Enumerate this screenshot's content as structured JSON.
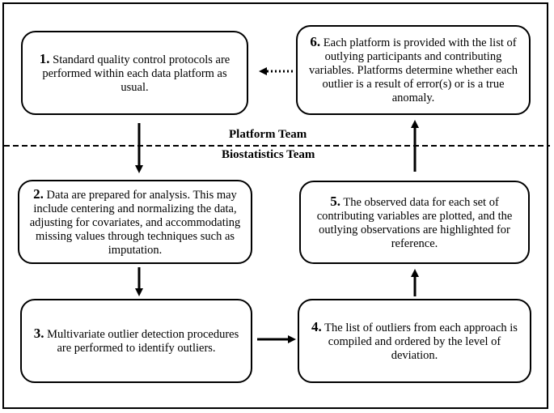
{
  "teams": {
    "upper": "Platform Team",
    "lower": "Biostatistics Team"
  },
  "steps": [
    {
      "number": "1.",
      "text": "Standard quality control protocols are performed within each data platform as usual."
    },
    {
      "number": "2.",
      "text": "Data are prepared for analysis.  This may include centering and normalizing the data, adjusting for covariates, and accommodating missing values through techniques such as imputation."
    },
    {
      "number": "3.",
      "text": "Multivariate outlier detection procedures are performed to identify outliers."
    },
    {
      "number": "4.",
      "text": "The list of outliers from each approach is compiled and ordered by the level of deviation."
    },
    {
      "number": "5.",
      "text": "The observed data for each set of contributing variables are plotted, and the outlying observations are highlighted for reference."
    },
    {
      "number": "6.",
      "text": "Each platform is provided with the list of outlying participants and contributing variables.  Platforms determine whether each outlier is a result of error(s) or is a true anomaly."
    }
  ]
}
